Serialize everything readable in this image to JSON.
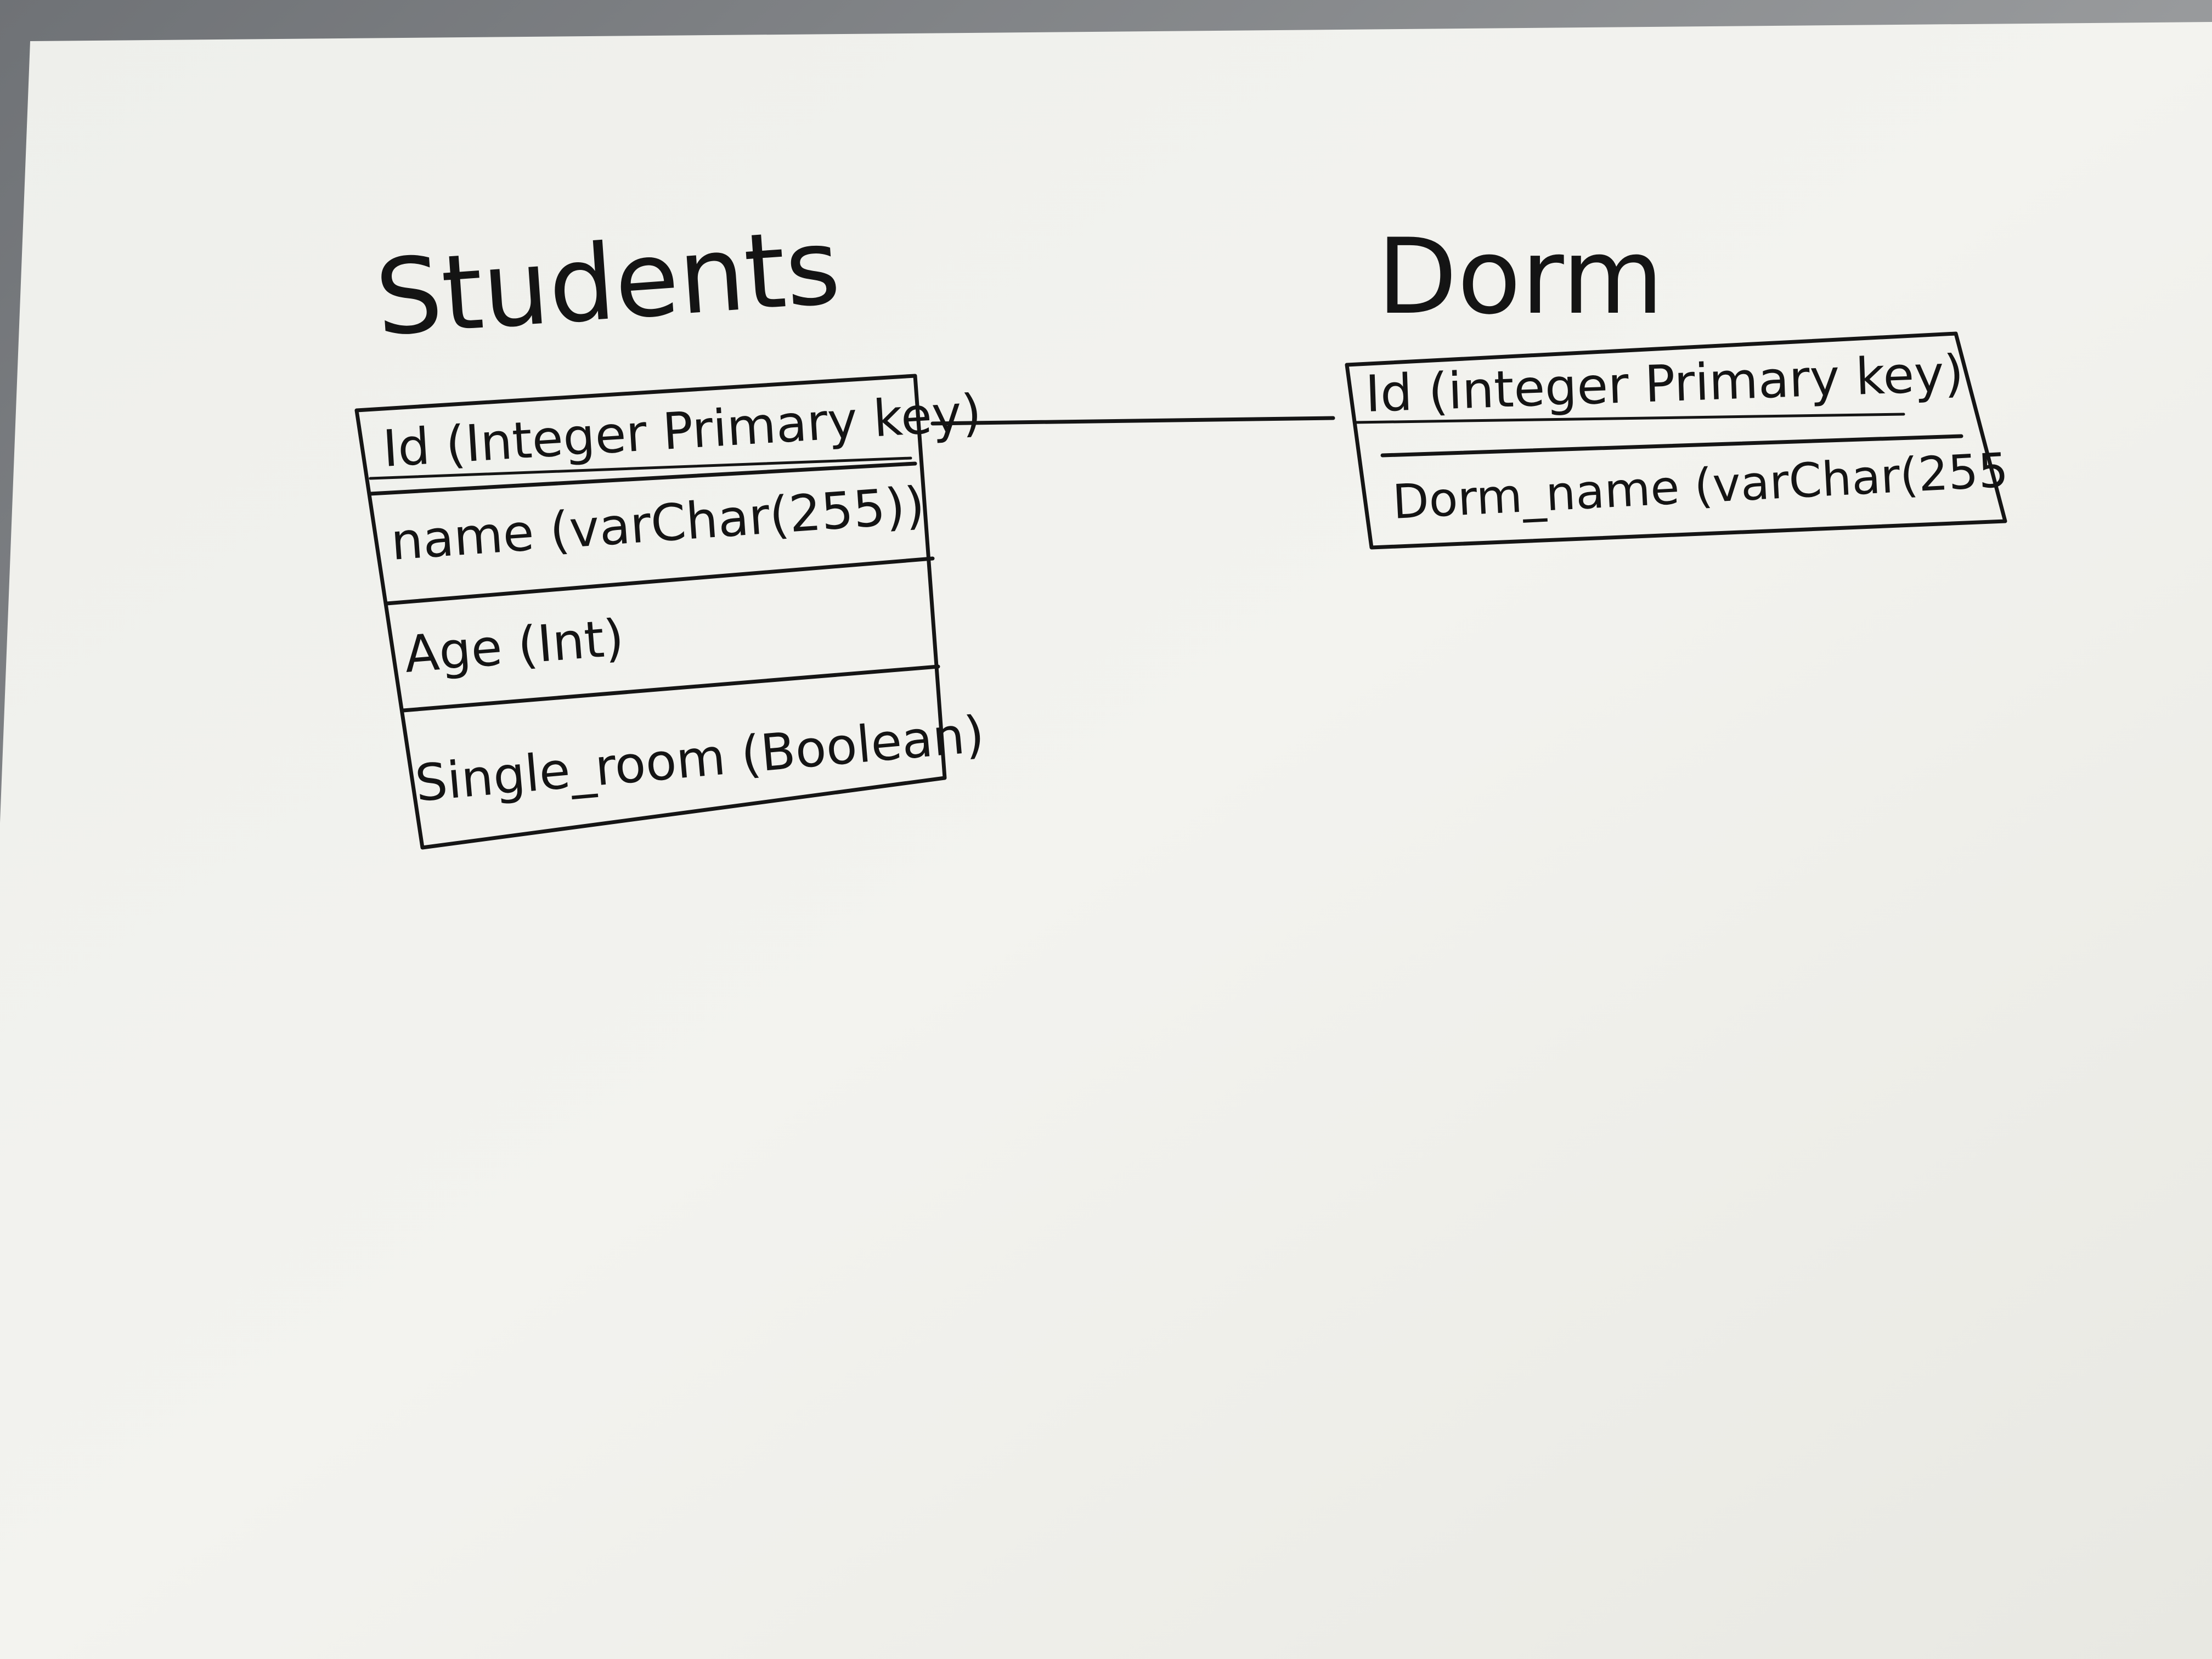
{
  "entities": [
    {
      "name": "Students",
      "fields": [
        "Id (Integer Primary key)",
        "name (varChar(255))",
        "Age (Int)",
        "Single_room (Boolean)"
      ]
    },
    {
      "name": "Dorm",
      "fields": [
        "Id (integer Primary key)",
        "Dorm_name (varChar(255"
      ]
    }
  ],
  "colors": {
    "ink": "#151515",
    "paper": "#efefea",
    "background": "#8a8c8e"
  }
}
